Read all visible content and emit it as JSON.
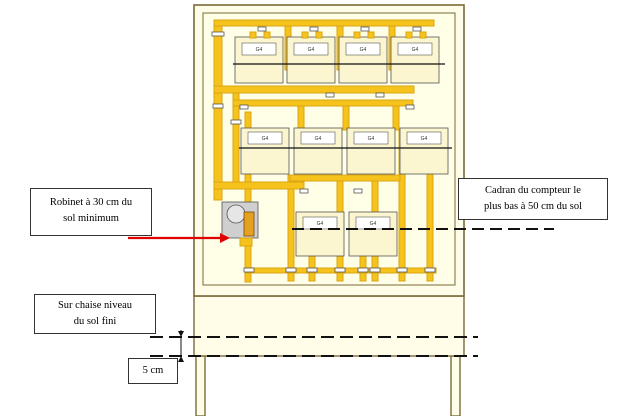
{
  "callouts": {
    "valve": {
      "line1": "Robinet à 30 cm du",
      "line2": "sol minimum"
    },
    "meter_face": {
      "line1": "Cadran du compteur le",
      "line2": "plus bas  à 50 cm  du sol"
    },
    "floor": {
      "line1": "Sur chaise niveau",
      "line2": "du sol fini"
    },
    "offset": {
      "text": "5 cm"
    }
  },
  "meter_model": "G4",
  "colors": {
    "cabinet_outline": "#7a6a3a",
    "cabinet_fill": "#fffde8",
    "pipe": "#f6c21c",
    "pipe_dark": "#d9a514",
    "meter_body": "#fbf6cf",
    "arrow": "#e00000",
    "dashed": "#111111"
  }
}
